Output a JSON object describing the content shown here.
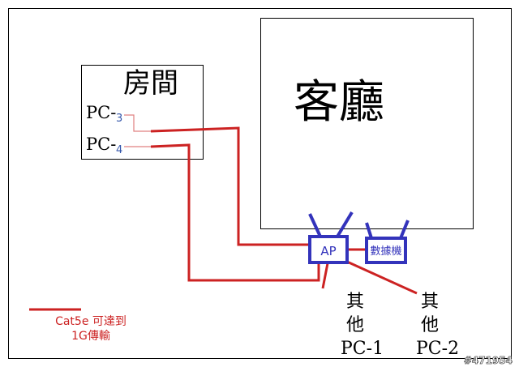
{
  "rooms": {
    "bedroom": "房間",
    "living_room": "客廳"
  },
  "bedroom_ports": {
    "pc3_prefix": "PC-",
    "pc3_number": "3",
    "pc4_prefix": "PC-",
    "pc4_number": "4"
  },
  "devices": {
    "ap": "AP",
    "modem": "數據機"
  },
  "other_pcs": {
    "pc1": [
      "其",
      "他",
      "PC-1"
    ],
    "pc2": [
      "其",
      "他",
      "PC-2"
    ]
  },
  "legend": {
    "line1": "Cat5e 可達到",
    "line2": "1G傳輸"
  },
  "watermark": "#471954",
  "colors": {
    "cable": "#cc2222",
    "cable_light": "#e08080",
    "device": "#3333bb",
    "port_number": "#3355aa",
    "legend_text": "#cc2222",
    "border": "#000000"
  }
}
